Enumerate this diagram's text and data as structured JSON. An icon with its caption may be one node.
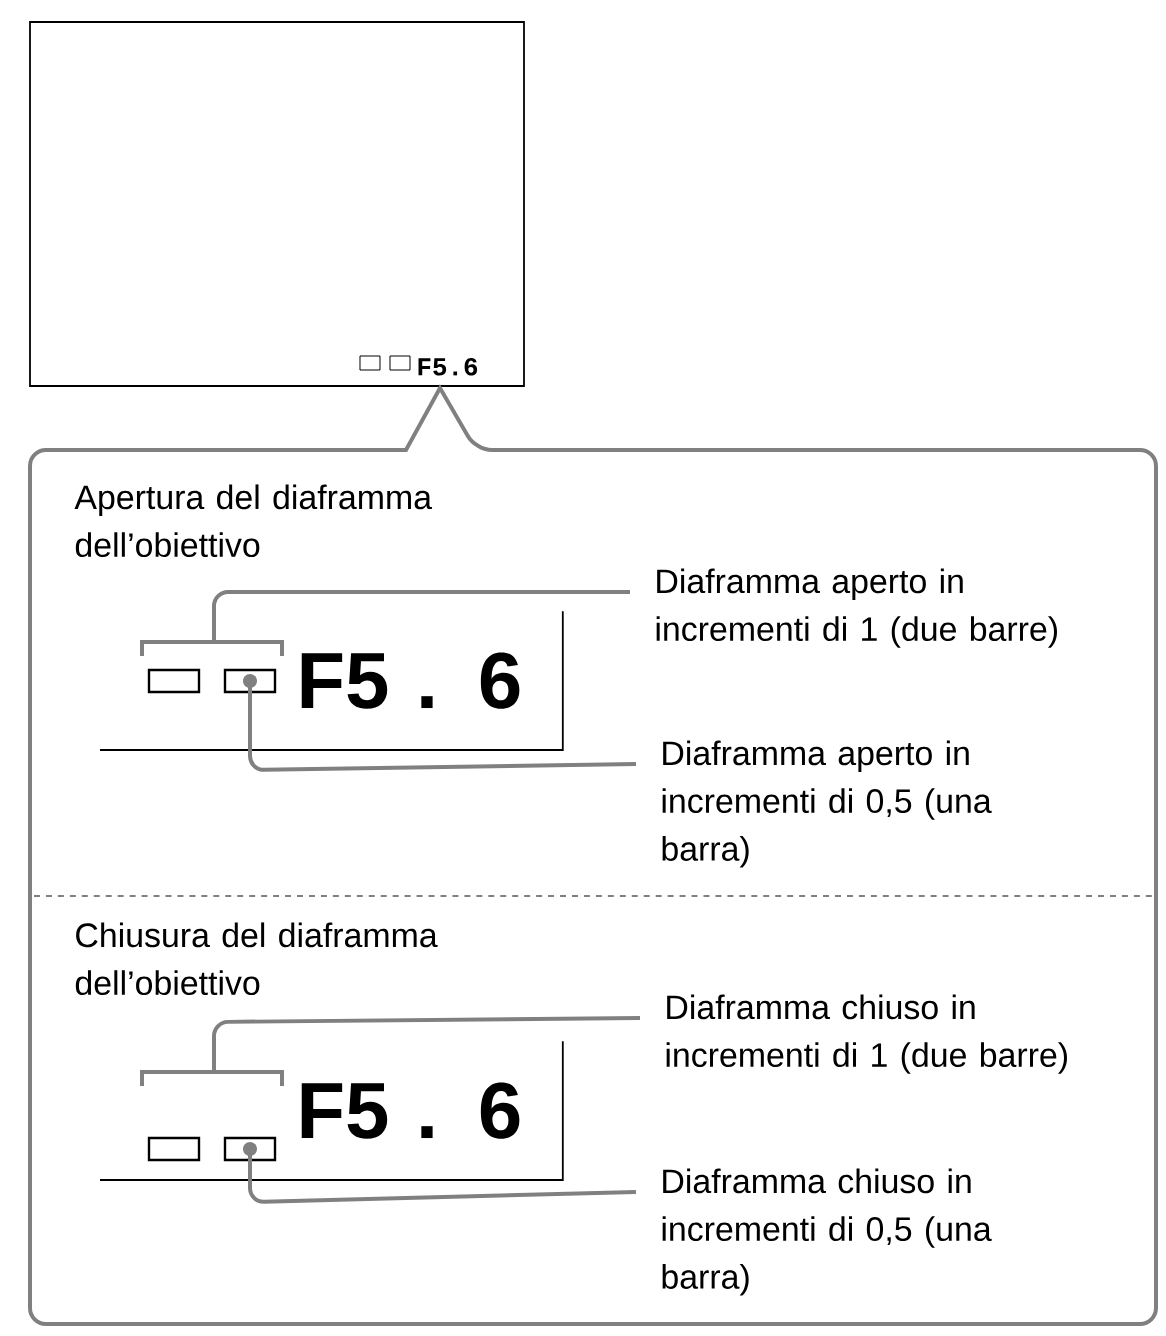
{
  "diagram": {
    "nodes": [
      {
        "text": [
          "F5.6"
        ]
      },
      {
        "text": [],
        "shape": "box"
      },
      {
        "text": [
          "F5 . 6"
        ],
        "in": 1
      },
      {
        "text": [],
        "shape": "bar",
        "in": 2
      },
      {
        "text": [],
        "shape": "bar",
        "in": 2
      },
      {
        "text": [
          "Diaframma aperto in incrementi di 1 (due barre)"
        ],
        "in": 1
      },
      {
        "text": [
          "Diaframma aperto in incrementi di 0,5 (una barra)"
        ],
        "in": 1
      },
      {
        "text": [
          "F5 . 6"
        ],
        "in": 1
      },
      {
        "text": [],
        "shape": "bar",
        "in": 7
      },
      {
        "text": [],
        "shape": "bar",
        "in": 7
      },
      {
        "text": [
          "Diaframma chiuso in incrementi di 1 (due barre)"
        ],
        "in": 1
      },
      {
        "text": [
          "Diaframma chiuso in incrementi di 0,5 (una barra)"
        ],
        "in": 1
      }
    ],
    "edges": [
      {
        "from": 5,
        "to": 2,
        "arrow": "none"
      },
      {
        "from": 6,
        "to": 4,
        "arrow": "other"
      },
      {
        "from": 10,
        "to": 7,
        "arrow": "none"
      },
      {
        "from": 11,
        "to": 9,
        "arrow": "other"
      }
    ],
    "labels": [
      "Apertura del diaframma dell’obiettivo",
      "Chiusura del diaframma dell’obiettivo"
    ]
  }
}
